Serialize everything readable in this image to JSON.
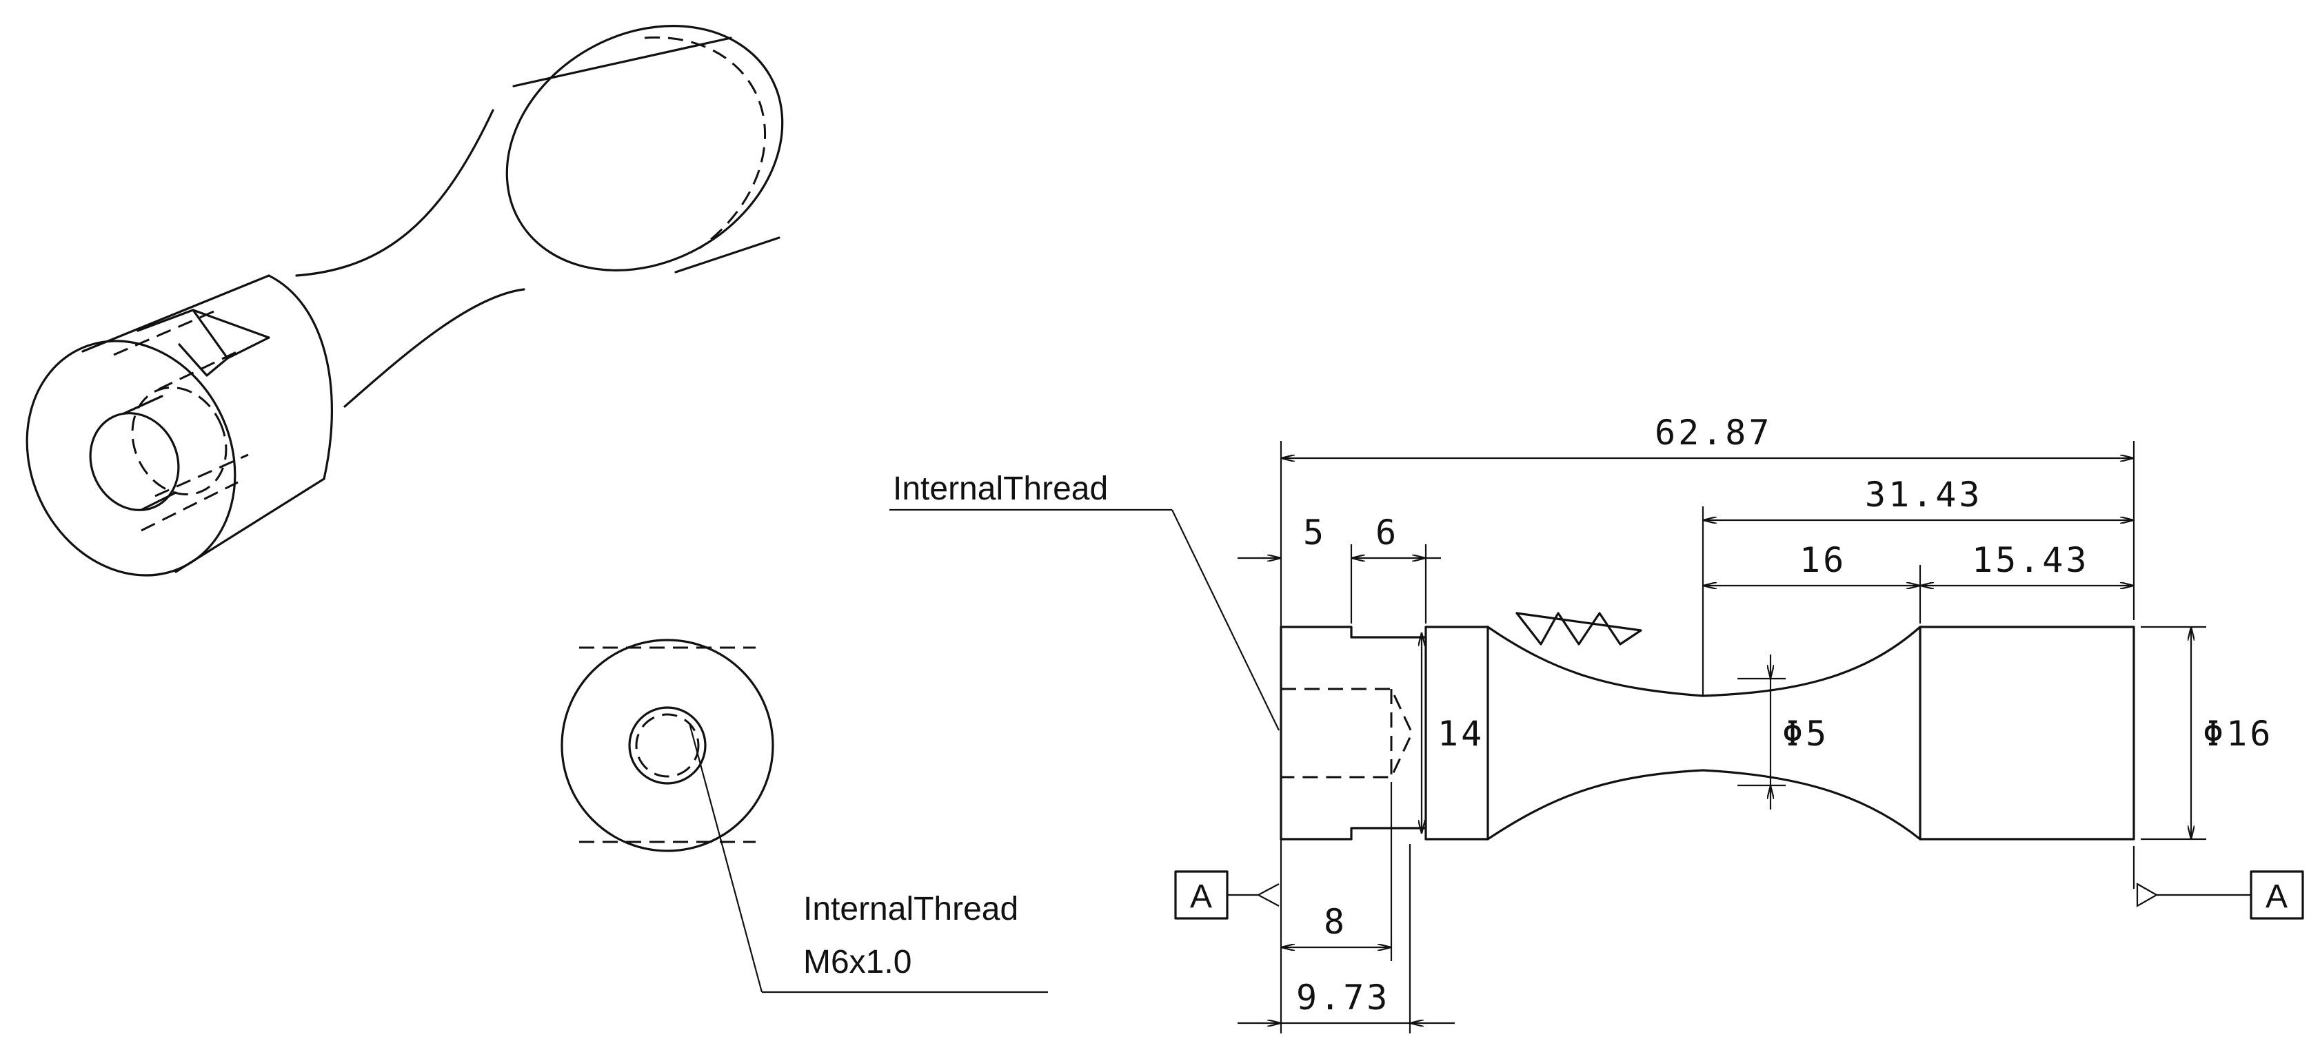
{
  "dimensions": {
    "overall_length": "62.87",
    "half_length": "31.43",
    "neck_half": "16",
    "grip_length": "15.43",
    "shoulder_5": "5",
    "groove_6": "6",
    "thread_depth": "8",
    "end_section": "9.73",
    "end_height": "14",
    "neck_diameter": "Φ5",
    "grip_diameter": "Φ16"
  },
  "labels": {
    "thread_callout_side": "InternalThread",
    "thread_callout_end": "InternalThread",
    "thread_spec": "M6x1.0"
  },
  "datum": {
    "left": "A",
    "right": "A"
  },
  "colors": {
    "line": "#111111",
    "background": "#ffffff"
  }
}
